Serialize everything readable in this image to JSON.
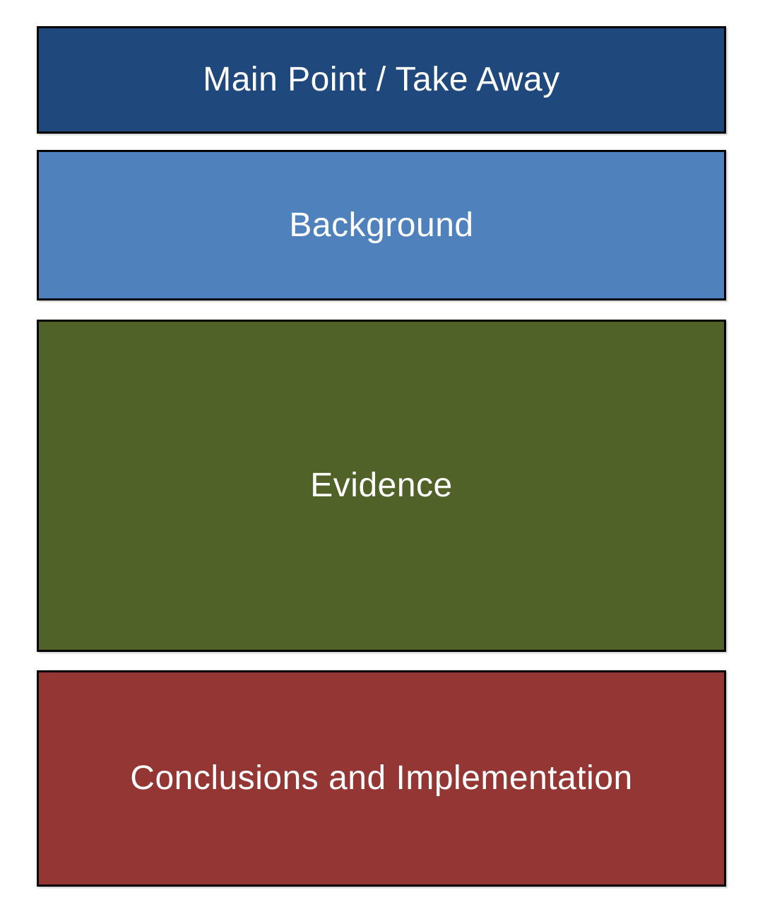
{
  "page": {
    "background_color": "#FFFFFF"
  },
  "diagram": {
    "text_color": "#FFFFFF",
    "border_color": "#000000",
    "boxes": [
      {
        "id": "main-point",
        "label": "Main Point / Take Away",
        "color": "#1F497D"
      },
      {
        "id": "background",
        "label": "Background",
        "color": "#4F81BD"
      },
      {
        "id": "evidence",
        "label": "Evidence",
        "color": "#506227"
      },
      {
        "id": "conclusions",
        "label": "Conclusions and Implementation",
        "color": "#943634"
      }
    ]
  }
}
